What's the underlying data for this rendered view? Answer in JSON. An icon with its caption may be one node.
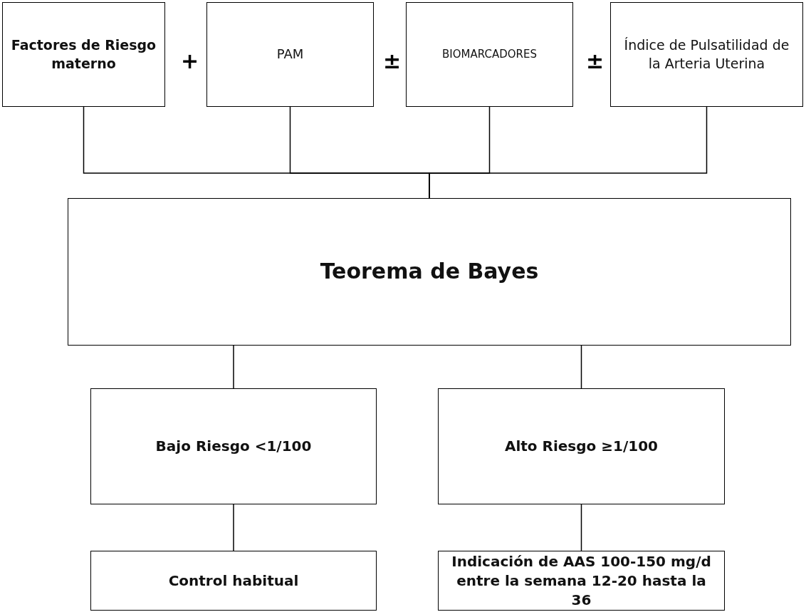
{
  "diagram": {
    "nodes": [
      {
        "text": [
          "Factores de Riesgo materno"
        ]
      },
      {
        "text": [
          "PAM"
        ]
      },
      {
        "text": [
          "BIOMARCADORES"
        ]
      },
      {
        "text": [
          "Índice de Pulsatilidad de la Arteria Uterina"
        ]
      },
      {
        "text": [
          "Teorema de Bayes"
        ]
      },
      {
        "text": [
          "Bajo Riesgo <1/100"
        ]
      },
      {
        "text": [
          "Alto Riesgo ≥1/100"
        ]
      },
      {
        "text": [
          "Control habitual"
        ]
      },
      {
        "text": [
          "Indicación de AAS 100-150 mg/d entre la semana 12-20 hasta la 36"
        ]
      }
    ],
    "edges": [
      {
        "from": 0,
        "to": 4,
        "arrow": "none"
      },
      {
        "from": 1,
        "to": 4,
        "arrow": "none"
      },
      {
        "from": 2,
        "to": 4,
        "arrow": "none"
      },
      {
        "from": 3,
        "to": 4,
        "arrow": "none"
      },
      {
        "from": 4,
        "to": 5,
        "arrow": "none"
      },
      {
        "from": 4,
        "to": 6,
        "arrow": "none"
      },
      {
        "from": 5,
        "to": 7,
        "arrow": "none"
      },
      {
        "from": 6,
        "to": 8,
        "arrow": "none"
      }
    ],
    "labels": [
      "+",
      "±",
      "±"
    ]
  }
}
